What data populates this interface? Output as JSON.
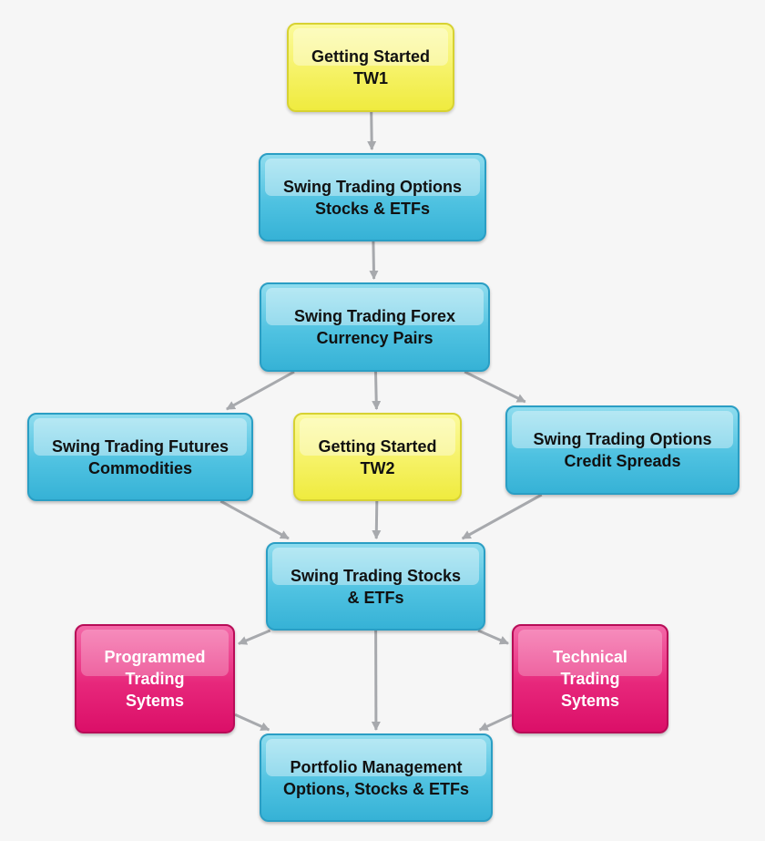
{
  "colors": {
    "blue_fill": "#4fc2e1",
    "yellow_fill": "#f5f161",
    "pink_fill": "#e7277b",
    "arrow": "#a7a9ad"
  },
  "nodes": {
    "getting_started_tw1": {
      "lines": [
        "Getting Started",
        "TW1"
      ]
    },
    "options_stocks_etfs": {
      "lines": [
        "Swing Trading Options",
        "Stocks & ETFs"
      ]
    },
    "forex_currency_pairs": {
      "lines": [
        "Swing Trading Forex",
        "Currency Pairs"
      ]
    },
    "futures_commodities": {
      "lines": [
        "Swing Trading Futures",
        "Commodities"
      ]
    },
    "getting_started_tw2": {
      "lines": [
        "Getting Started",
        "TW2"
      ]
    },
    "options_credit_spreads": {
      "lines": [
        "Swing Trading Options",
        "Credit Spreads"
      ]
    },
    "stocks_etfs": {
      "lines": [
        "Swing Trading Stocks",
        "& ETFs"
      ]
    },
    "programmed_trading_systems": {
      "lines": [
        "Programmed",
        "Trading",
        "Sytems"
      ]
    },
    "technical_trading_systems": {
      "lines": [
        "Technical",
        "Trading",
        "Sytems"
      ]
    },
    "portfolio_management": {
      "lines": [
        "Portfolio Management",
        "Options, Stocks & ETFs"
      ]
    }
  },
  "edges": [
    [
      "getting_started_tw1",
      "options_stocks_etfs"
    ],
    [
      "options_stocks_etfs",
      "forex_currency_pairs"
    ],
    [
      "forex_currency_pairs",
      "futures_commodities"
    ],
    [
      "forex_currency_pairs",
      "getting_started_tw2"
    ],
    [
      "forex_currency_pairs",
      "options_credit_spreads"
    ],
    [
      "futures_commodities",
      "stocks_etfs"
    ],
    [
      "getting_started_tw2",
      "stocks_etfs"
    ],
    [
      "options_credit_spreads",
      "stocks_etfs"
    ],
    [
      "stocks_etfs",
      "programmed_trading_systems"
    ],
    [
      "stocks_etfs",
      "portfolio_management"
    ],
    [
      "stocks_etfs",
      "technical_trading_systems"
    ],
    [
      "programmed_trading_systems",
      "portfolio_management"
    ],
    [
      "technical_trading_systems",
      "portfolio_management"
    ]
  ]
}
